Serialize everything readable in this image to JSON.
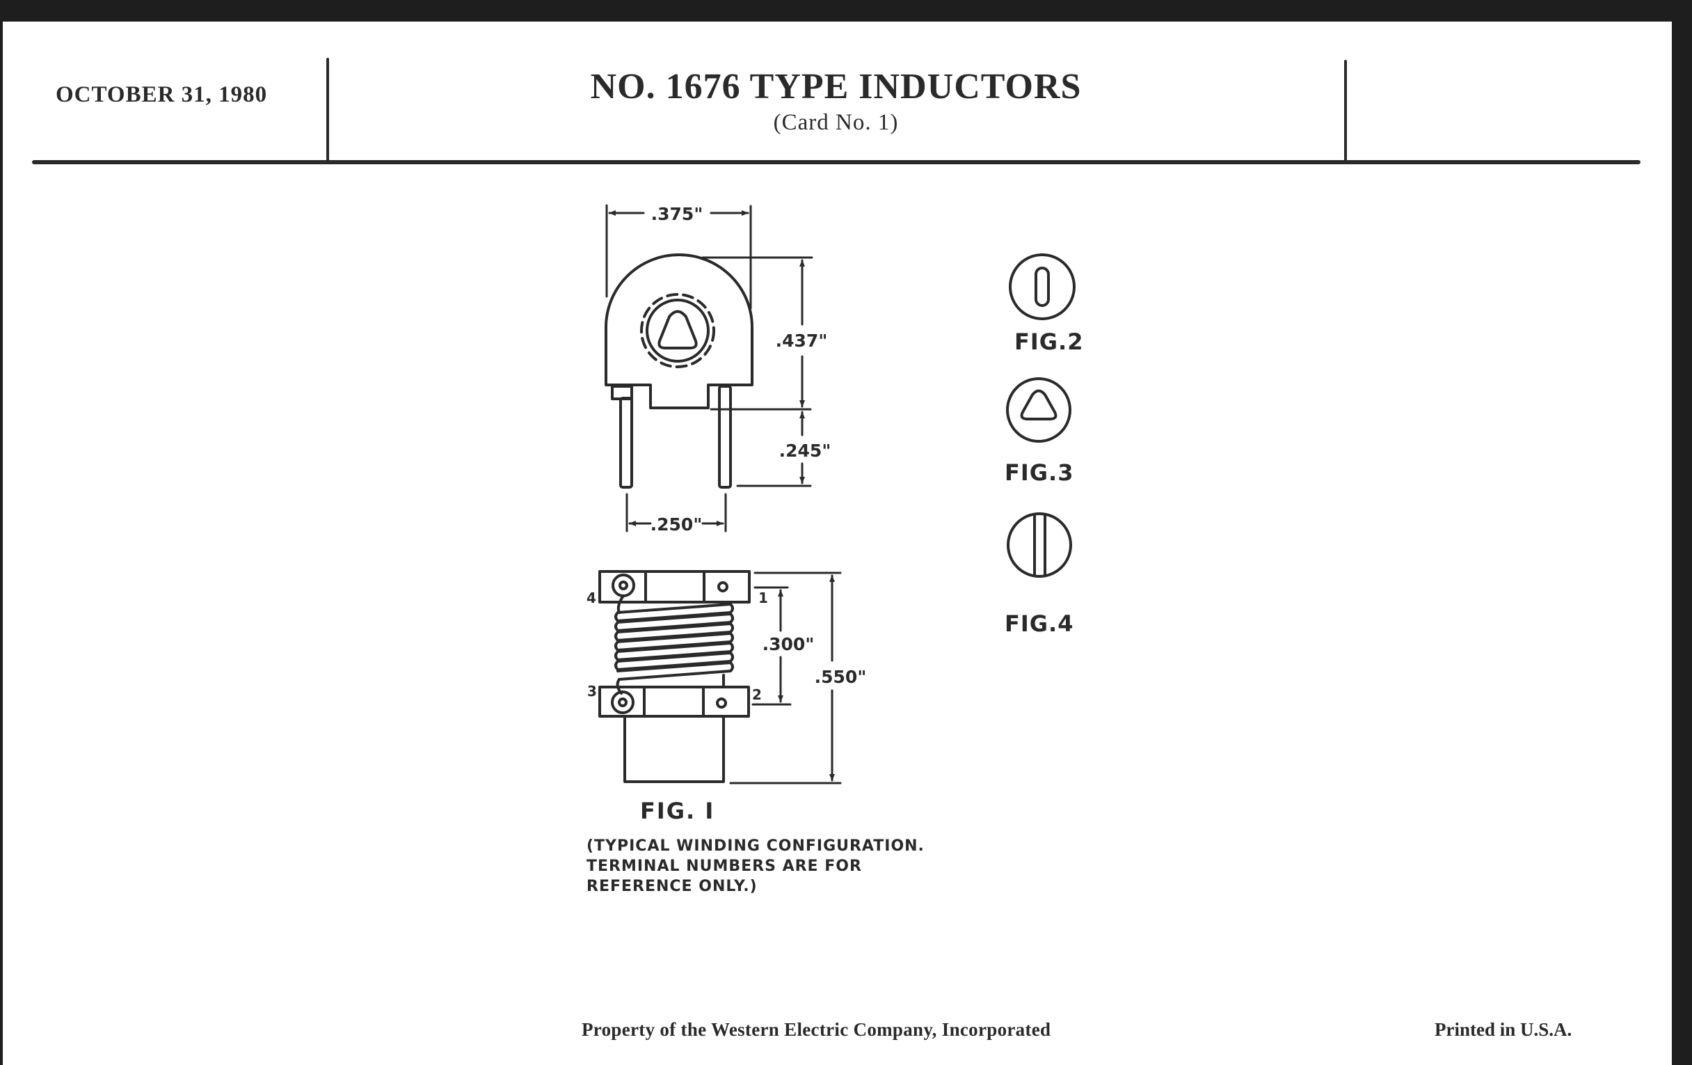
{
  "header": {
    "date": "OCTOBER 31, 1980",
    "title": "NO. 1676 TYPE INDUCTORS",
    "subtitle": "(Card No. 1)"
  },
  "figures": {
    "fig1": {
      "label": "FIG. I",
      "dimensions": {
        "width": ".375\"",
        "body_height": ".437\"",
        "lead_length": ".245\"",
        "lead_spacing": ".250\"",
        "winding_height": ".300\"",
        "overall_height": ".550\""
      },
      "terminals": [
        "1",
        "2",
        "3",
        "4"
      ],
      "note_lines": [
        "(TYPICAL WINDING CONFIGURATION.",
        "TERMINAL NUMBERS ARE FOR",
        "REFERENCE ONLY.)"
      ]
    },
    "fig2": {
      "label": "FIG.2",
      "icon": "slot-head-icon"
    },
    "fig3": {
      "label": "FIG.3",
      "icon": "triangle-head-icon"
    },
    "fig4": {
      "label": "FIG.4",
      "icon": "split-head-icon"
    }
  },
  "footer": {
    "ownership": "Property of the Western Electric Company, Incorporated",
    "printed": "Printed in U.S.A."
  },
  "colors": {
    "ink": "#2a2a2a",
    "paper": "#ffffff",
    "background": "#1e1e1e"
  }
}
